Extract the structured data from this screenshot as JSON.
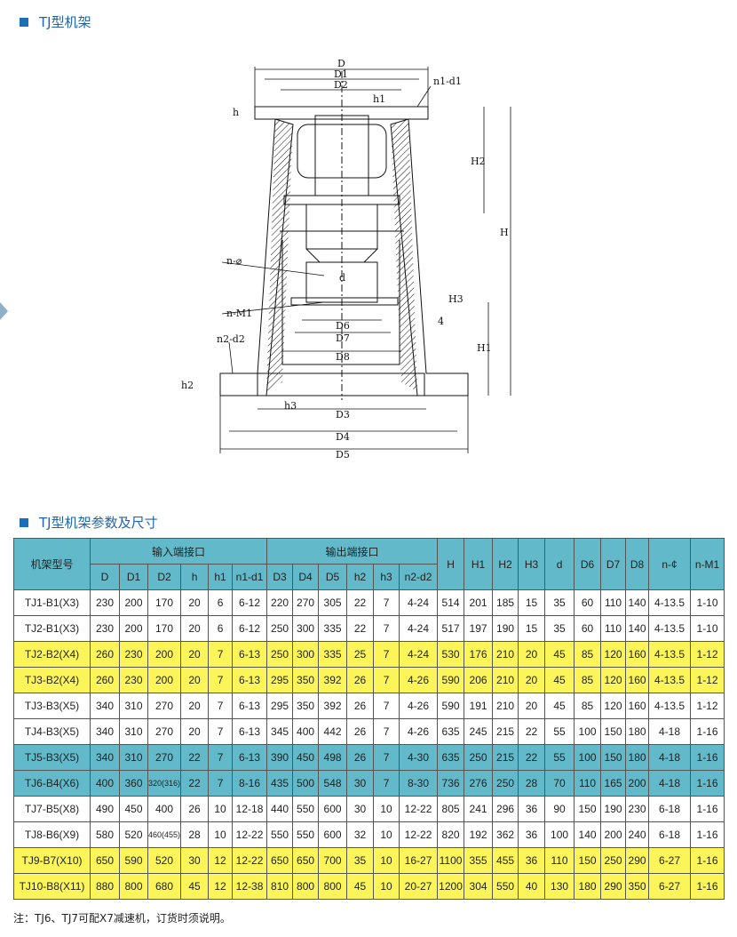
{
  "section1_title": "TJ型机架",
  "section2_title": "TJ型机架参数及尺寸",
  "diagram_labels": {
    "D": "D",
    "D1": "D1",
    "D2": "D2",
    "n1d1": "n1-d1",
    "h": "h",
    "h1": "h1",
    "H2": "H2",
    "H": "H",
    "nphi": "n-⌀",
    "nM1": "n-M1",
    "n2d2": "n2-d2",
    "h2": "h2",
    "h3": "h3",
    "d": "d",
    "H3": "H3",
    "four": "4",
    "D6": "D6",
    "D7": "D7",
    "D8": "D8",
    "H1": "H1",
    "D3": "D3",
    "D4": "D4",
    "D5": "D5"
  },
  "table": {
    "model_header": "机架型号",
    "input_group": "输入端接口",
    "output_group": "输出端接口",
    "input_cols": [
      "D",
      "D1",
      "D2",
      "h",
      "h1",
      "n1-d1"
    ],
    "output_cols": [
      "D3",
      "D4",
      "D5",
      "h2",
      "h3",
      "n2-d2"
    ],
    "other_cols": [
      "H",
      "H1",
      "H2",
      "H3",
      "d",
      "D6",
      "D7",
      "D8",
      "n-¢",
      "n-M1"
    ],
    "rows": [
      {
        "style": "white",
        "cells": [
          "TJ1-B1(X3)",
          "230",
          "200",
          "170",
          "20",
          "6",
          "6-12",
          "220",
          "270",
          "305",
          "22",
          "7",
          "4-24",
          "514",
          "201",
          "185",
          "15",
          "35",
          "60",
          "110",
          "140",
          "4-13.5",
          "1-10"
        ]
      },
      {
        "style": "white",
        "cells": [
          "TJ2-B1(X3)",
          "230",
          "200",
          "170",
          "20",
          "6",
          "6-12",
          "250",
          "300",
          "335",
          "22",
          "7",
          "4-24",
          "517",
          "197",
          "190",
          "15",
          "35",
          "60",
          "110",
          "140",
          "4-13.5",
          "1-10"
        ]
      },
      {
        "style": "yellow",
        "cells": [
          "TJ2-B2(X4)",
          "260",
          "230",
          "200",
          "20",
          "7",
          "6-13",
          "250",
          "300",
          "335",
          "25",
          "7",
          "4-24",
          "530",
          "176",
          "210",
          "20",
          "45",
          "85",
          "120",
          "160",
          "4-13.5",
          "1-12"
        ]
      },
      {
        "style": "yellow",
        "cells": [
          "TJ3-B2(X4)",
          "260",
          "230",
          "200",
          "20",
          "7",
          "6-13",
          "295",
          "350",
          "392",
          "26",
          "7",
          "4-26",
          "590",
          "206",
          "210",
          "20",
          "45",
          "85",
          "120",
          "160",
          "4-13.5",
          "1-12"
        ]
      },
      {
        "style": "white",
        "cells": [
          "TJ3-B3(X5)",
          "340",
          "310",
          "270",
          "20",
          "7",
          "6-13",
          "295",
          "350",
          "392",
          "26",
          "7",
          "4-26",
          "590",
          "191",
          "210",
          "20",
          "45",
          "85",
          "120",
          "160",
          "4-13.5",
          "1-12"
        ]
      },
      {
        "style": "white",
        "cells": [
          "TJ4-B3(X5)",
          "340",
          "310",
          "270",
          "20",
          "7",
          "6-13",
          "345",
          "400",
          "442",
          "26",
          "7",
          "4-26",
          "635",
          "245",
          "215",
          "22",
          "55",
          "100",
          "150",
          "180",
          "4-18",
          "1-16"
        ]
      },
      {
        "style": "teal",
        "cells": [
          "TJ5-B3(X5)",
          "340",
          "310",
          "270",
          "22",
          "7",
          "6-13",
          "390",
          "450",
          "498",
          "26",
          "7",
          "4-30",
          "635",
          "250",
          "215",
          "22",
          "55",
          "100",
          "150",
          "180",
          "4-18",
          "1-16"
        ]
      },
      {
        "style": "teal",
        "cells": [
          "TJ6-B4(X6)",
          "400",
          "360",
          "320(316)",
          "22",
          "7",
          "8-16",
          "435",
          "500",
          "548",
          "30",
          "7",
          "8-30",
          "736",
          "276",
          "250",
          "28",
          "70",
          "110",
          "165",
          "200",
          "4-18",
          "1-16"
        ]
      },
      {
        "style": "white",
        "cells": [
          "TJ7-B5(X8)",
          "490",
          "450",
          "400",
          "26",
          "10",
          "12-18",
          "440",
          "550",
          "600",
          "30",
          "10",
          "12-22",
          "805",
          "241",
          "296",
          "36",
          "90",
          "150",
          "190",
          "230",
          "6-18",
          "1-16"
        ]
      },
      {
        "style": "white",
        "cells": [
          "TJ8-B6(X9)",
          "580",
          "520",
          "460(455)",
          "28",
          "10",
          "12-22",
          "550",
          "550",
          "600",
          "32",
          "10",
          "12-22",
          "820",
          "192",
          "362",
          "36",
          "100",
          "140",
          "200",
          "240",
          "6-18",
          "1-16"
        ]
      },
      {
        "style": "yellow",
        "cells": [
          "TJ9-B7(X10)",
          "650",
          "590",
          "520",
          "30",
          "12",
          "12-22",
          "650",
          "650",
          "700",
          "35",
          "10",
          "16-27",
          "1100",
          "355",
          "455",
          "36",
          "110",
          "150",
          "250",
          "290",
          "6-27",
          "1-16"
        ]
      },
      {
        "style": "yellow",
        "cells": [
          "TJ10-B8(X11)",
          "880",
          "800",
          "680",
          "45",
          "12",
          "12-38",
          "810",
          "800",
          "800",
          "45",
          "10",
          "20-27",
          "1200",
          "304",
          "550",
          "40",
          "130",
          "180",
          "290",
          "350",
          "6-27",
          "1-16"
        ]
      }
    ]
  },
  "note": "注：TJ6、TJ7可配X7减速机，订货时须说明。",
  "colors": {
    "header": "#62b9c9",
    "yellow": "#fbf55a",
    "teal": "#62b9c9",
    "title": "#1f64ad"
  }
}
